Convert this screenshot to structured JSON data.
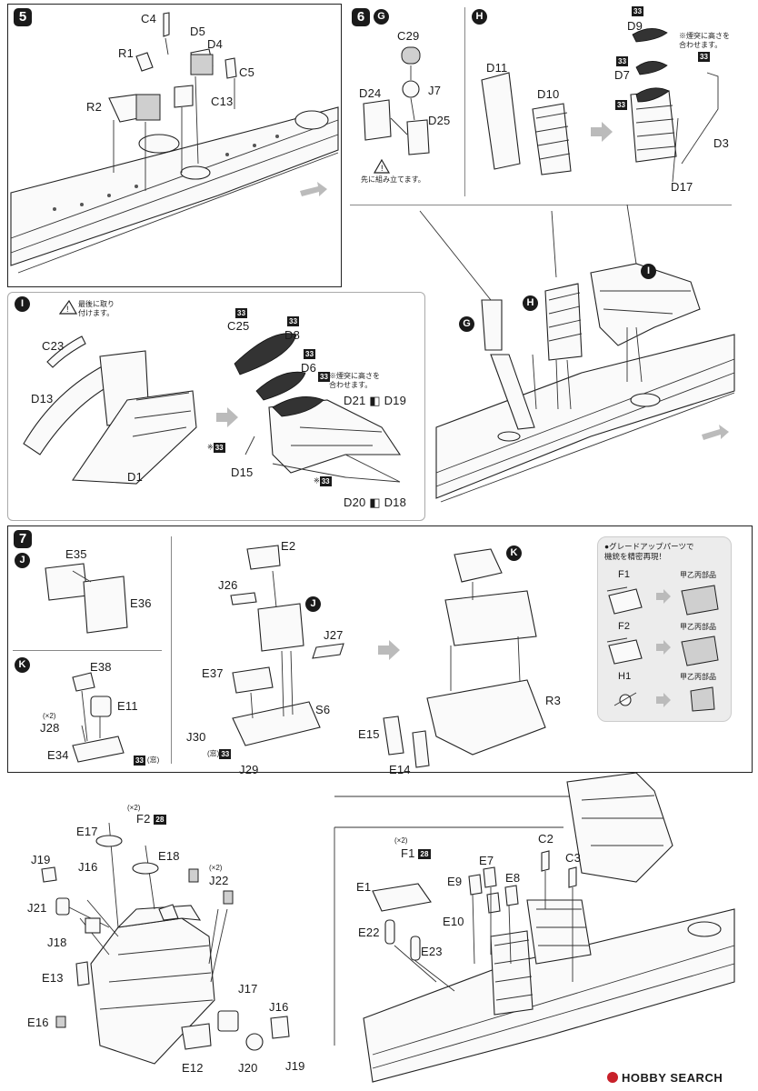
{
  "step5": {
    "number": "5",
    "labels": [
      "C4",
      "D5",
      "D4",
      "R1",
      "C5",
      "R2",
      "C13"
    ]
  },
  "step6": {
    "number": "6",
    "sub_g": "G",
    "sub_h": "H",
    "sub_i": "I",
    "g_labels": [
      "C29",
      "J7",
      "D24",
      "D25"
    ],
    "g_note": "先に組み立てます。",
    "h_labels": [
      "D11",
      "D10",
      "D9",
      "D7",
      "D3",
      "D17"
    ],
    "h_badge": "33",
    "h_note_line1": "※煙突に高さを",
    "h_note_line2": "合わせます。",
    "i_note_line1": "最後に取り",
    "i_note_line2": "付けます。",
    "i_labels": [
      "C23",
      "D13",
      "D1",
      "C25",
      "D8",
      "D6",
      "D21",
      "D19",
      "D15",
      "D20",
      "D18"
    ],
    "i_note2_line1": "※煙突に高さを",
    "i_note2_line2": "合わせます。",
    "star": "※"
  },
  "step7": {
    "number": "7",
    "sub_j": "J",
    "sub_k": "K",
    "j_labels": [
      "E35",
      "E36"
    ],
    "k_labels": [
      "E38",
      "E11",
      "J28",
      "E34"
    ],
    "x2": "(×2)",
    "window": "(窓)",
    "mid_labels": [
      "E2",
      "J26",
      "J27",
      "E37",
      "S6",
      "J30",
      "J29"
    ],
    "right_labels": [
      "R3",
      "E15",
      "E14"
    ],
    "upgrade_title_line1": "●グレードアップパーツで",
    "upgrade_title_line2": "機銃を精密再現！",
    "upgrade_rows": [
      {
        "part": "F1",
        "result": "甲乙丙部品"
      },
      {
        "part": "F2",
        "result": "甲乙丙部品"
      },
      {
        "part": "H1",
        "result": "甲乙丙部品"
      }
    ],
    "bottom_left_labels": [
      "E17",
      "F2",
      "E18",
      "J19",
      "J16",
      "J22",
      "J21",
      "J18",
      "E13",
      "E16",
      "E12",
      "J20",
      "J17",
      "J16",
      "J19"
    ],
    "f_badge": "28",
    "bottom_right_labels": [
      "F1",
      "E1",
      "E9",
      "E7",
      "E8",
      "C2",
      "C3",
      "E22",
      "E23",
      "E10"
    ]
  },
  "watermark": "HOBBY SEARCH",
  "colors": {
    "ink": "#1a1a1a",
    "accent": "#c8202a"
  }
}
